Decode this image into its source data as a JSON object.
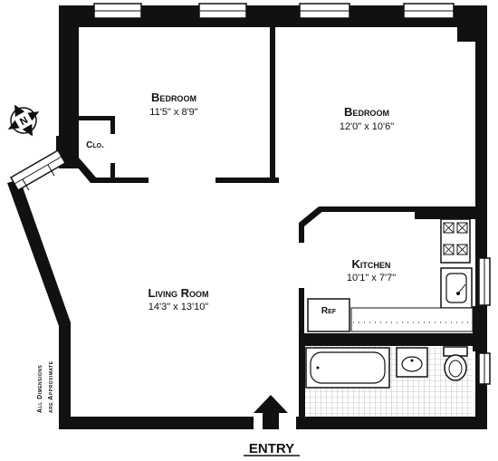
{
  "rooms": {
    "bedroom_left": {
      "name": "Bedroom",
      "dims": "11'5\"  x  8'9\""
    },
    "bedroom_right": {
      "name": "Bedroom",
      "dims": "12'0\"  x  10'6\""
    },
    "closet": {
      "name": "Clo."
    },
    "living_room": {
      "name": "Living Room",
      "dims": "14'3\"  x  13'10\""
    },
    "kitchen": {
      "name": "Kitchen",
      "dims": "10'1\"  x  7'7\""
    },
    "refrigerator": {
      "name": "Ref"
    }
  },
  "compass": {
    "label": "N"
  },
  "note": {
    "line1": "All Dimensions",
    "line2": "are Approximate"
  },
  "entry": {
    "label": "ENTRY"
  }
}
